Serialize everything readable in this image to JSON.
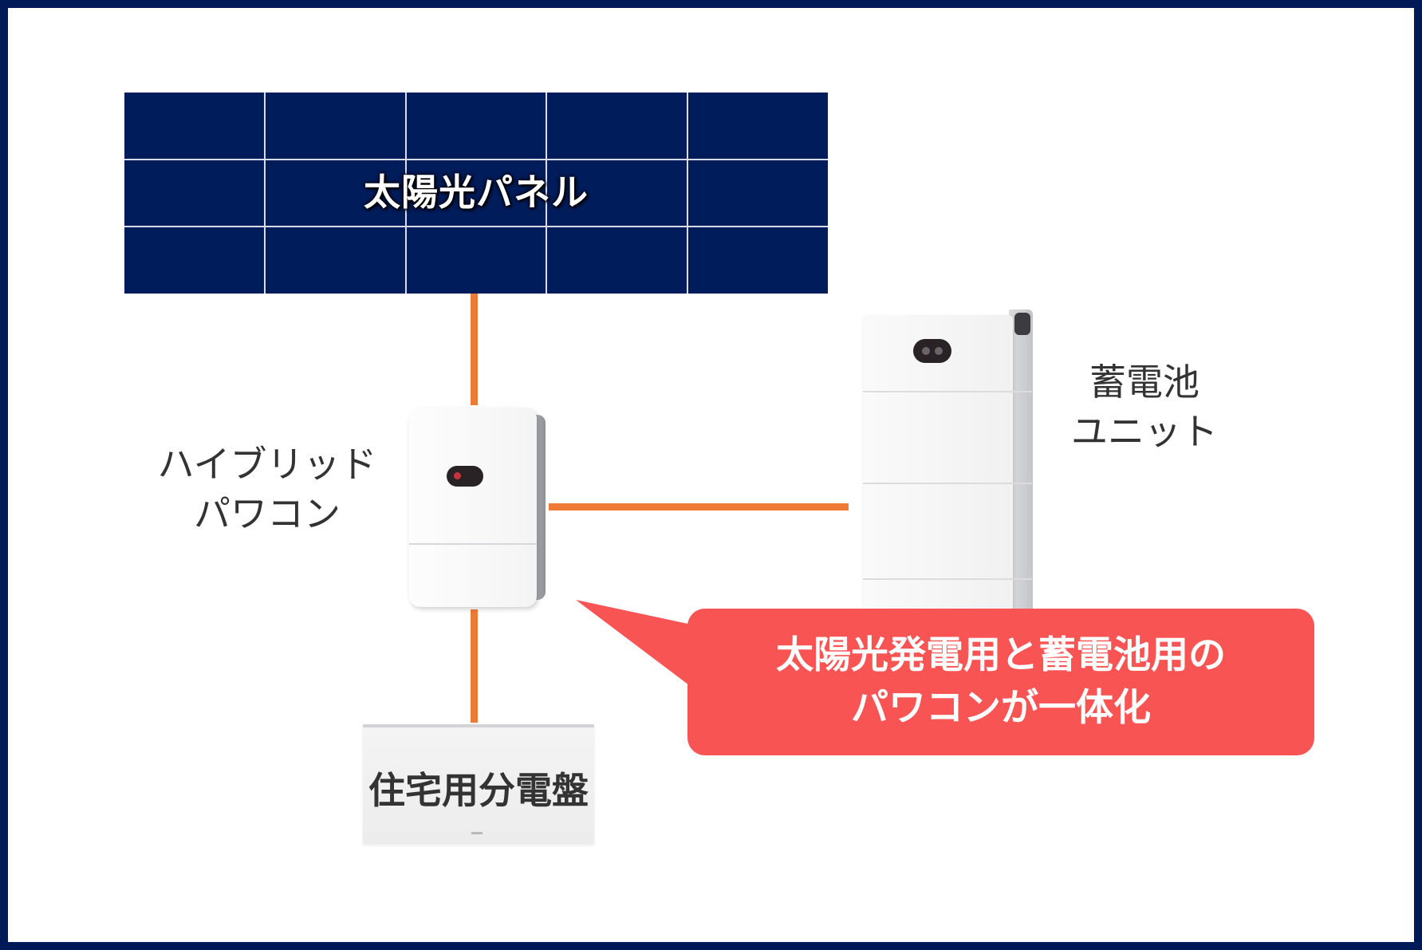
{
  "solar_panel": {
    "label": "太陽光パネル"
  },
  "inverter": {
    "label_line1": "ハイブリッド",
    "label_line2": "パワコン"
  },
  "battery": {
    "label_line1": "蓄電池",
    "label_line2": "ユニット"
  },
  "distribution_board": {
    "label": "住宅用分電盤"
  },
  "callout": {
    "line1": "太陽光発電用と蓄電池用の",
    "line2": "パワコンが一体化"
  },
  "colors": {
    "frame": "#001a57",
    "panel": "#001c5a",
    "wire": "#ee7a35",
    "callout": "#f95454",
    "text": "#333333"
  }
}
